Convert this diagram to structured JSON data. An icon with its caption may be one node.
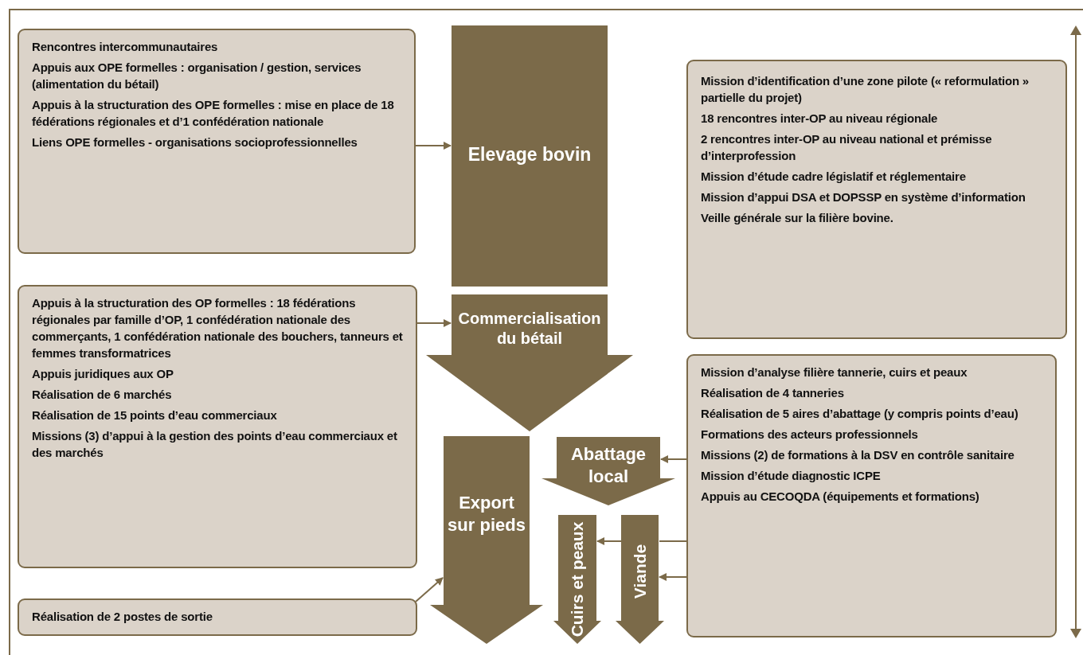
{
  "diagram": {
    "nodes": [
      {
        "text": [
          "Rencontres intercommunautaires",
          "Appuis aux OPE formelles : organisation / gestion, services (alimentation du bétail)",
          "Appuis à la structuration des OPE formelles : mise en place de 18 fédérations régionales et d’1 confédération nationale",
          "Liens OPE formelles - organisations socioprofessionnelles"
        ]
      },
      {
        "text": [
          "Elevage bovin"
        ]
      },
      {
        "text": [
          "Mission d’identification d’une zone pilote (« reformulation » partielle du projet)",
          "18 rencontres inter-OP au niveau régionale",
          "2 rencontres inter-OP au niveau national et prémisse d’interprofession",
          "Mission d’étude cadre législatif et réglementaire",
          "Mission d’appui DSA et DOPSSP en système d’information",
          "Veille générale sur la filière bovine."
        ]
      },
      {
        "text": [
          "Appuis à la structuration des OP formelles : 18 fédérations régionales par famille d’OP, 1 confédération nationale des commerçants, 1 confédération nationale des bouchers, tanneurs et femmes transformatrices",
          "Appuis juridiques aux OP",
          "Réalisation de 6 marchés",
          "Réalisation de 15 points d’eau commerciaux",
          "Missions (3) d’appui à la gestion des points d’eau commerciaux et des marchés"
        ]
      },
      {
        "text": [
          "Commercialisation du bétail"
        ]
      },
      {
        "text": [
          "Mission d’analyse filière tannerie, cuirs et peaux",
          "Réalisation de 4 tanneries",
          "Réalisation de 5 aires d’abattage (y compris points d’eau)",
          "Formations des acteurs professionnels",
          "Missions (2) de formations à la DSV en contrôle sanitaire",
          "Mission d’étude diagnostic ICPE",
          "Appuis au CECOQDA (équipements et formations)"
        ]
      },
      {
        "text": [
          "Abattage local"
        ]
      },
      {
        "text": [
          "Export sur pieds"
        ]
      },
      {
        "text": [
          "Réalisation de 2 postes de sortie"
        ]
      },
      {
        "text": [
          "Cuirs et peaux"
        ]
      },
      {
        "text": [
          "Viande"
        ]
      }
    ],
    "edges": [
      {
        "from": 0,
        "to": 1,
        "arrow": "to"
      },
      {
        "from": 3,
        "to": 4,
        "arrow": "to"
      },
      {
        "from": 5,
        "to": 6,
        "arrow": "to"
      },
      {
        "from": 5,
        "to": 10,
        "arrow": "none"
      },
      {
        "from": 10,
        "to": 9,
        "arrow": "to"
      },
      {
        "from": 5,
        "to": 10,
        "arrow": "to"
      },
      {
        "from": 8,
        "to": 7,
        "arrow": "to"
      }
    ]
  }
}
